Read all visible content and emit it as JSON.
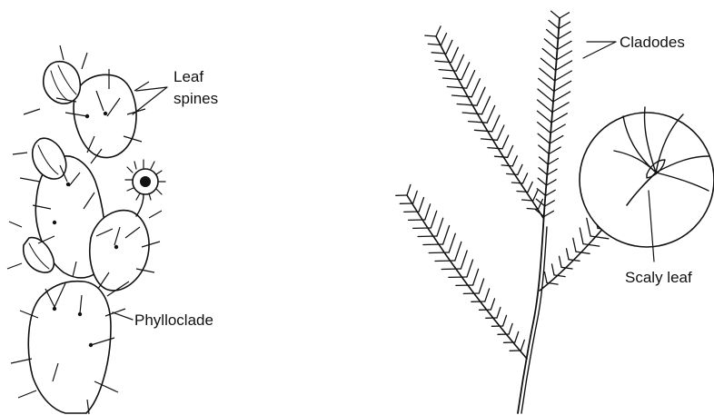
{
  "labels": {
    "leaf_spines_line1": "Leaf",
    "leaf_spines_line2": "spines",
    "phylloclade": "Phylloclade",
    "cladodes": "Cladodes",
    "scaly_leaf": "Scaly leaf"
  },
  "colors": {
    "ink": "#111111",
    "background": "#ffffff"
  }
}
